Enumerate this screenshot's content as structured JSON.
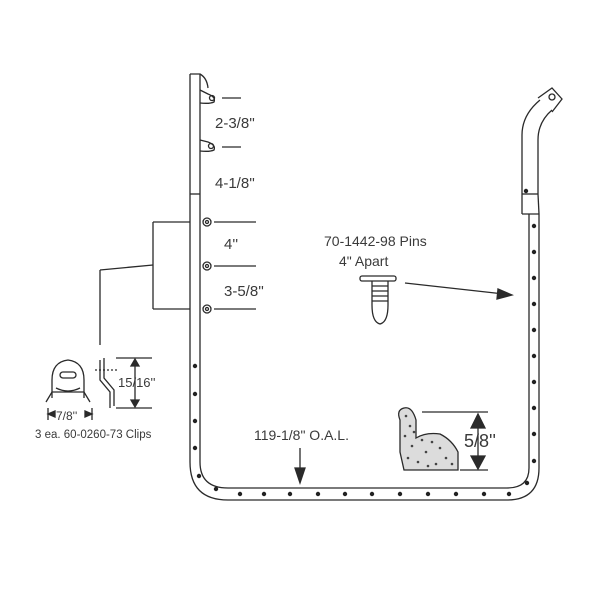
{
  "labels": {
    "gap_1": "2-3/8''",
    "gap_2": "4-1/8''",
    "gap_3": "4''",
    "gap_4": "3-5/8''",
    "pins_part": "70-1442-98 Pins",
    "pins_spacing": "4\" Apart",
    "clip_height": "15/16''",
    "clip_width": "7/8''",
    "clips_caption": "3  ea.  60-0260-73  Clips",
    "overall_length": "119-1/8\" O.A.L.",
    "profile_height": "5/8''"
  },
  "colors": {
    "line": "#2a2a2a",
    "text": "#3a3a3a",
    "background": "#ffffff"
  }
}
